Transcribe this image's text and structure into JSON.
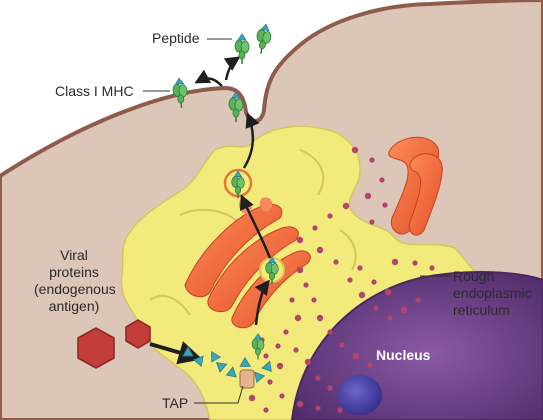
{
  "labels": {
    "peptide": "Peptide",
    "class_i_mhc": "Class I MHC",
    "viral_proteins": [
      "Viral",
      "proteins",
      "(endogenous",
      "antigen)"
    ],
    "rough_er": [
      "Rough",
      "endoplasmic",
      "reticulum"
    ],
    "nucleus": "Nucleus",
    "tap": "TAP"
  },
  "colors": {
    "cytoplasm": "#dcc6b8",
    "membrane": "#8f5c4c",
    "er_yellow": "#f3ea7c",
    "golgi": "#f26a3e",
    "nucleus": "#6a3d86",
    "ribosome": "#b3456d",
    "mhc_green": "#58b257",
    "peptide_teal": "#3aa6b8",
    "viral_protein": "#c23c3a",
    "arrow": "#1f1f1f"
  }
}
